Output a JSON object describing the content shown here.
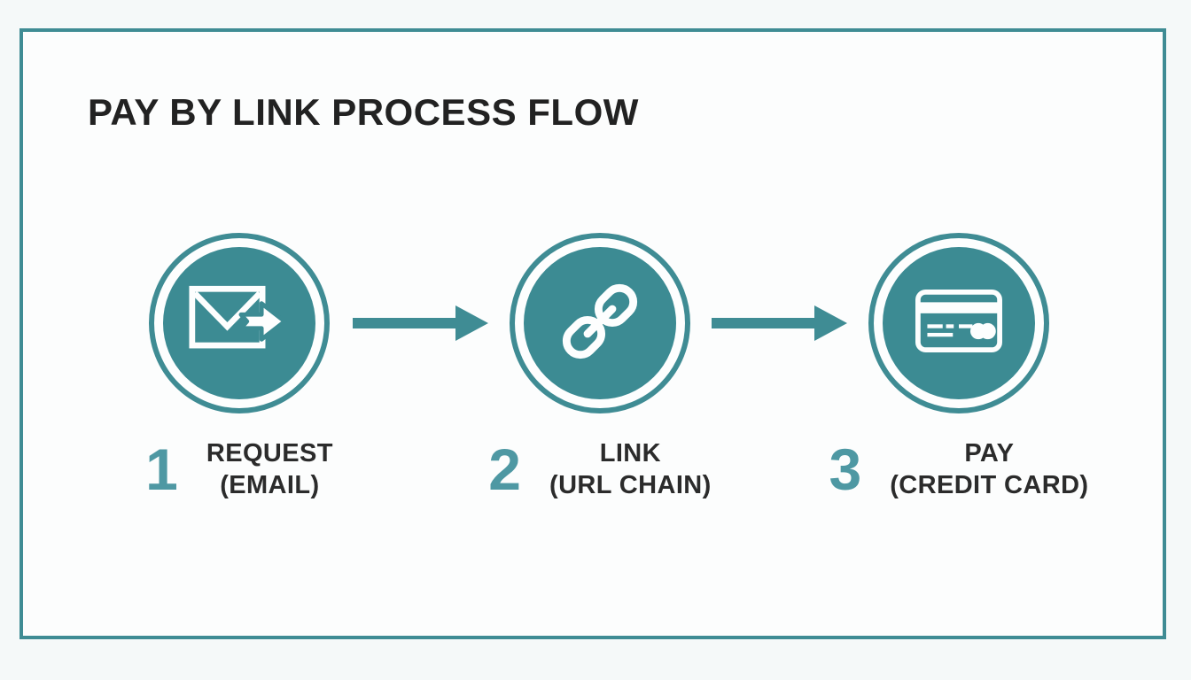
{
  "title": "PAY BY LINK PROCESS FLOW",
  "colors": {
    "teal": "#3c8b93",
    "teal_border": "#3f8c94",
    "teal_number": "#4e98a3",
    "text_dark": "#222222",
    "label_dark": "#2b2b2b",
    "background": "#f5f9f9",
    "card_background": "#fcfdfd",
    "icon_white": "#fdfefe"
  },
  "steps": [
    {
      "number": "1",
      "label_line1": "REQUEST",
      "label_line2": "(EMAIL)",
      "icon": "email-send-icon"
    },
    {
      "number": "2",
      "label_line1": "LINK",
      "label_line2": "(URL CHAIN)",
      "icon": "chain-link-icon"
    },
    {
      "number": "3",
      "label_line1": "PAY",
      "label_line2": "(CREDIT CARD)",
      "icon": "credit-card-icon"
    }
  ],
  "connectors": [
    "arrow-right-icon",
    "arrow-right-icon"
  ]
}
